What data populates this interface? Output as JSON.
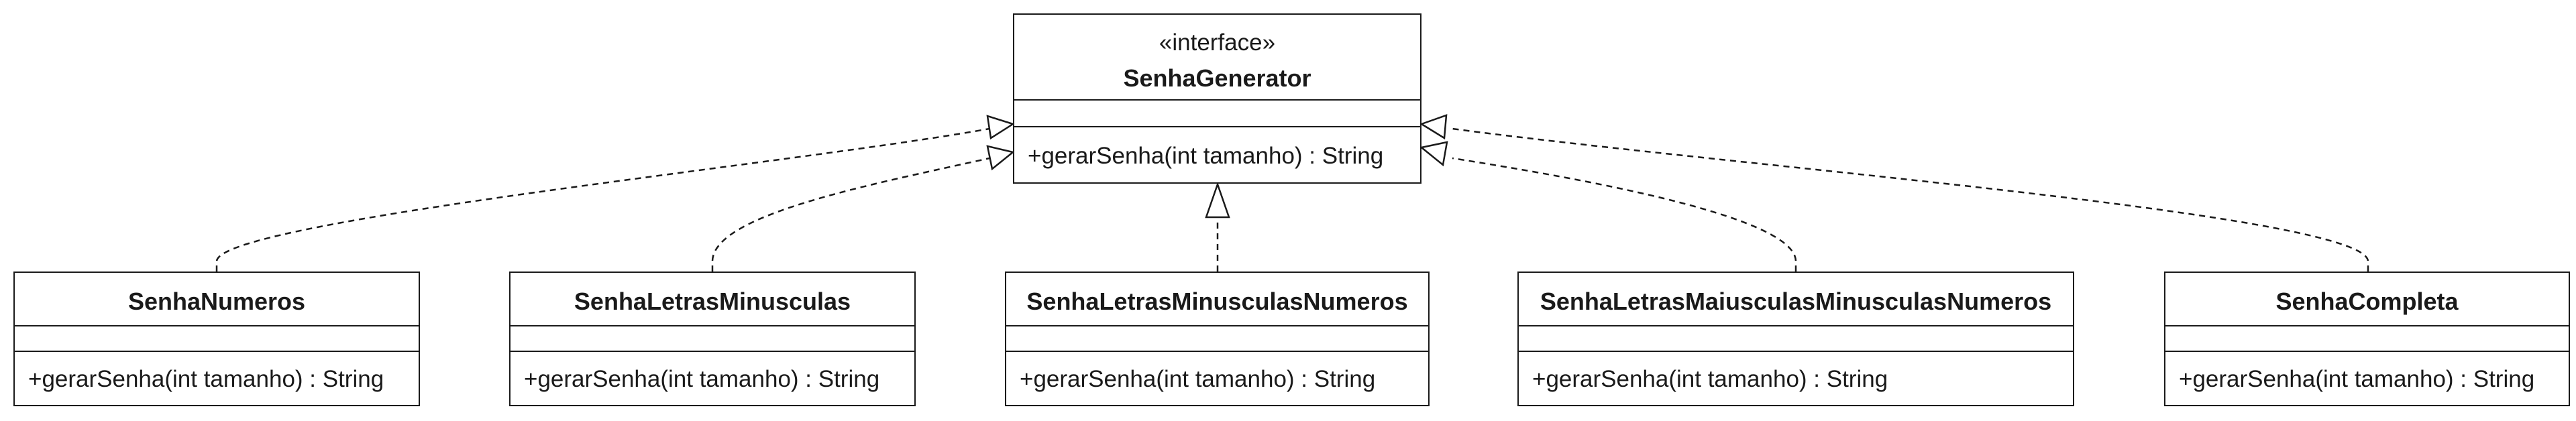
{
  "interface": {
    "stereotype": "«interface»",
    "name": "SenhaGenerator",
    "method": "+gerarSenha(int tamanho) : String"
  },
  "classes": [
    {
      "name": "SenhaNumeros",
      "method": "+gerarSenha(int tamanho) : String"
    },
    {
      "name": "SenhaLetrasMinusculas",
      "method": "+gerarSenha(int tamanho) : String"
    },
    {
      "name": "SenhaLetrasMinusculasNumeros",
      "method": "+gerarSenha(int tamanho) : String"
    },
    {
      "name": "SenhaLetrasMaiusculasMinusculasNumeros",
      "method": "+gerarSenha(int tamanho) : String"
    },
    {
      "name": "SenhaCompleta",
      "method": "+gerarSenha(int tamanho) : String"
    }
  ],
  "relationships": [
    {
      "from": "SenhaNumeros",
      "to": "SenhaGenerator",
      "kind": "realization"
    },
    {
      "from": "SenhaLetrasMinusculas",
      "to": "SenhaGenerator",
      "kind": "realization"
    },
    {
      "from": "SenhaLetrasMinusculasNumeros",
      "to": "SenhaGenerator",
      "kind": "realization"
    },
    {
      "from": "SenhaLetrasMaiusculasMinusculasNumeros",
      "to": "SenhaGenerator",
      "kind": "realization"
    },
    {
      "from": "SenhaCompleta",
      "to": "SenhaGenerator",
      "kind": "realization"
    }
  ]
}
